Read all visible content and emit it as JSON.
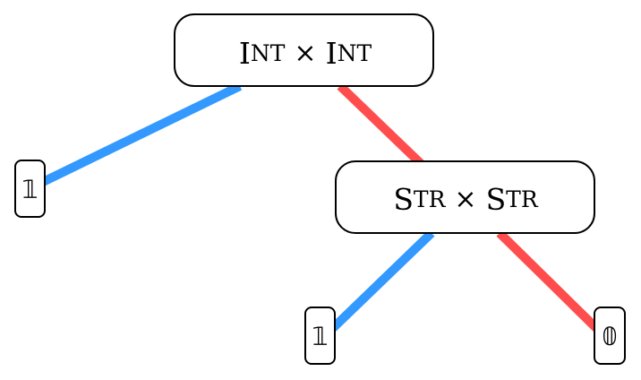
{
  "colors": {
    "left_edge": "#3399ff",
    "right_edge": "#ff4d4d",
    "node_border": "#000000",
    "node_fill": "#ffffff"
  },
  "root": {
    "left_operand": {
      "first": "I",
      "rest": "NT"
    },
    "operator": "×",
    "right_operand": {
      "first": "I",
      "rest": "NT"
    }
  },
  "inner": {
    "left_operand": {
      "first": "S",
      "rest": "TR"
    },
    "operator": "×",
    "right_operand": {
      "first": "S",
      "rest": "TR"
    }
  },
  "leaves": {
    "root_left": "𝟙",
    "inner_left": "𝟙",
    "inner_right": "𝟘"
  }
}
